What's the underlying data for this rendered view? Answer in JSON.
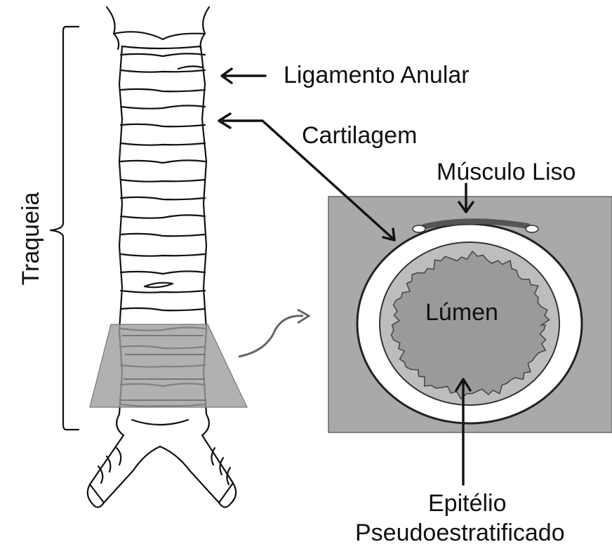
{
  "labels": {
    "traqueia": "Traqueia",
    "ligamento_anular": "Ligamento Anular",
    "cartilagem": "Cartilagem",
    "musculo_liso": "Músculo Liso",
    "lumen": "Lúmen",
    "epitelio_line1": "Epitélio",
    "epitelio_line2": "Pseudoestratificado"
  },
  "colors": {
    "line": "#111111",
    "panel_fill": "#a9a9a9",
    "lumen_fill": "#9a9a9a",
    "muscle": "#555555",
    "section_plane": "#9e9e9e"
  }
}
